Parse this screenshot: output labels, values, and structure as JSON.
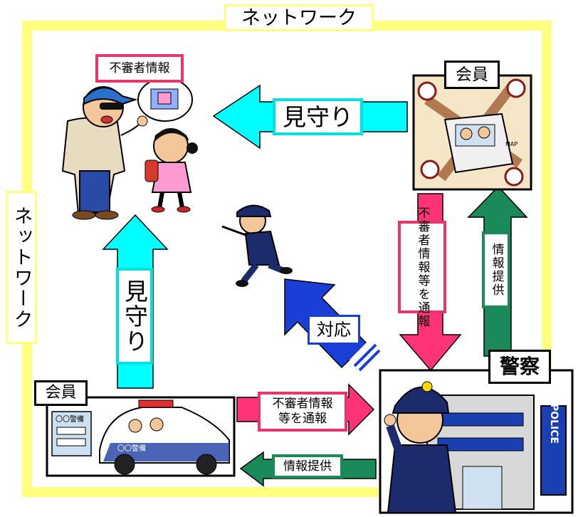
{
  "network_top": "ネットワーク",
  "network_left": "ネットワーク",
  "suspicious_info": "不審者情報",
  "member_top": "会員",
  "member_bottom": "会員",
  "police": "警察",
  "watch_top": "見守り",
  "watch_left": "見守り",
  "response": "対応",
  "report_vertical": "不審者情報等を通報",
  "report_horizontal_line1": "不審者情報",
  "report_horizontal_line2": "等を通報",
  "info_vertical": "情報提供",
  "info_horizontal": "情報提供",
  "car_sign": "〇〇警備",
  "building_sign": "〇〇警備",
  "police_sign": "POLICE",
  "map_label": "MAP",
  "colors": {
    "network_frame": "#ffff80",
    "watch_arrow": "#00ffff",
    "report_arrow": "#ff3377",
    "info_arrow": "#1a8a5a",
    "response_arrow": "#1a3fd6",
    "police_box_border": "#000000"
  }
}
